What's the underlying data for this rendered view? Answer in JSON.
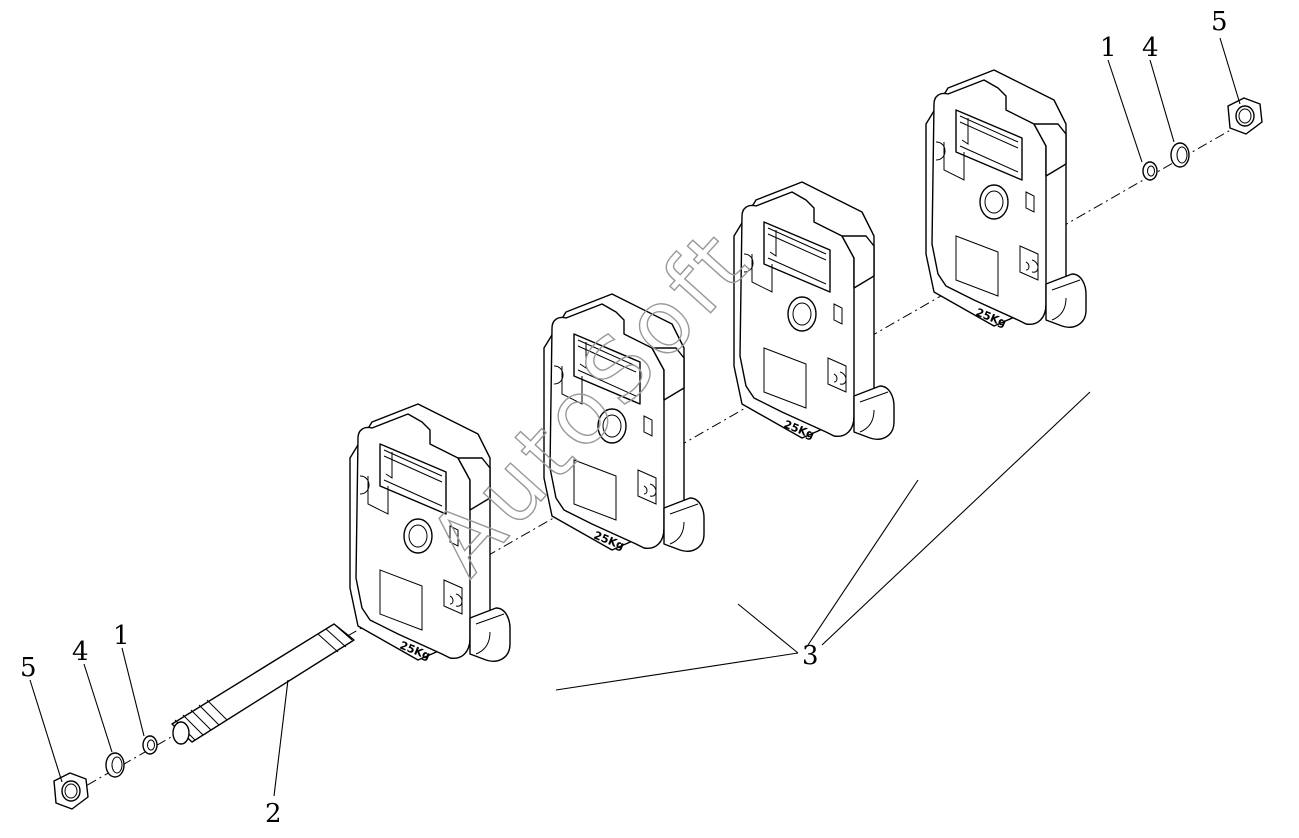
{
  "callouts": {
    "left_nut": "5",
    "left_spring_washer": "4",
    "left_flat_washer": "1",
    "bolt": "2",
    "weights": "3",
    "right_flat_washer": "1",
    "right_spring_washer": "4",
    "right_nut": "5"
  },
  "plates": [
    {
      "label": "25Kg"
    },
    {
      "label": "25Kg"
    },
    {
      "label": "25Kg"
    },
    {
      "label": "25Kg"
    }
  ],
  "watermark": "AutoSoft"
}
